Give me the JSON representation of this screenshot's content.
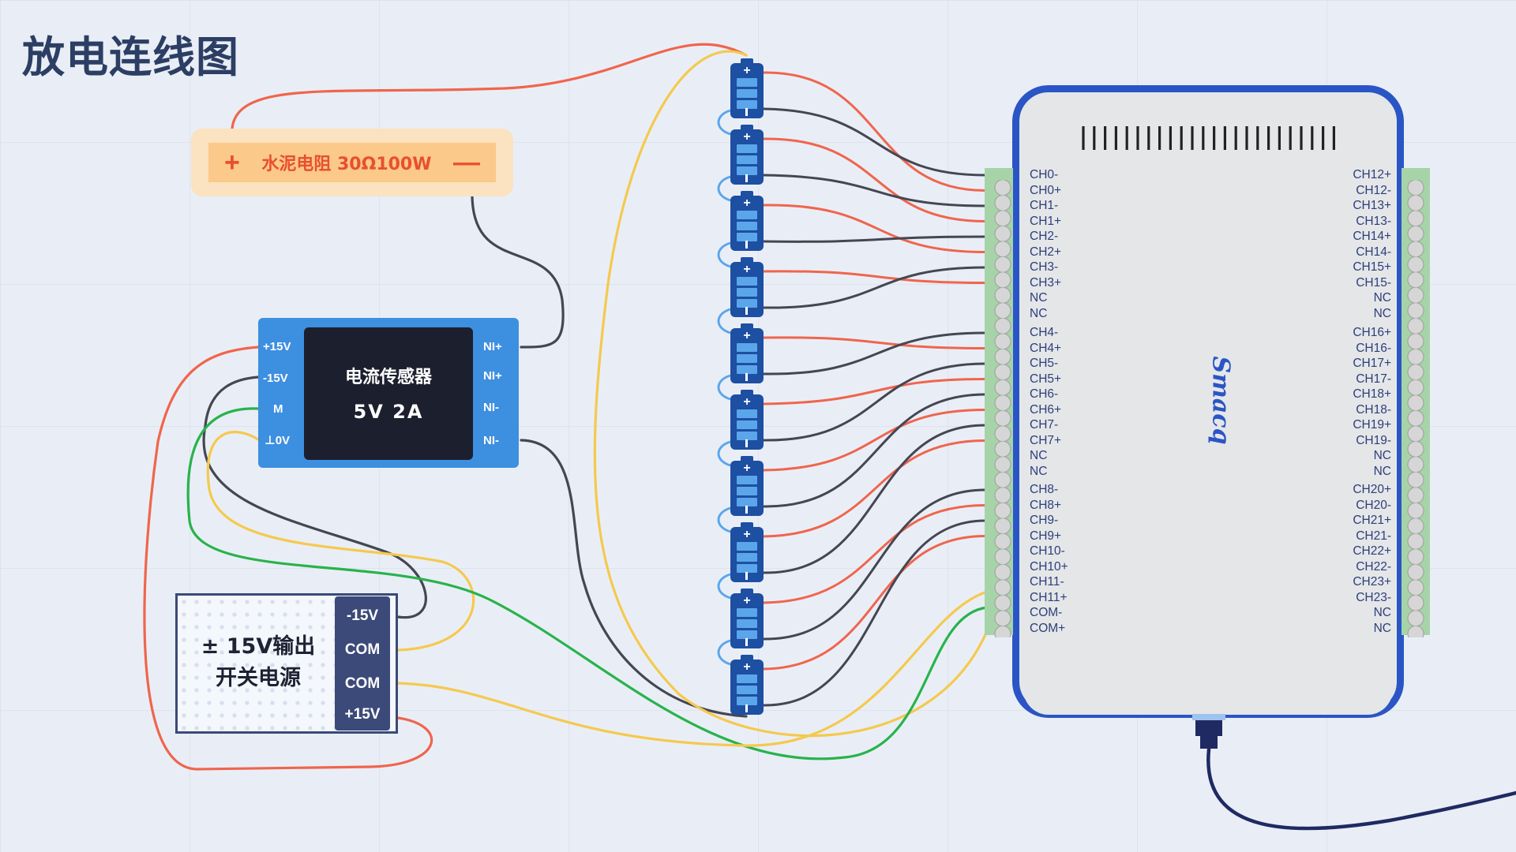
{
  "title": "放电连线图",
  "resistor": {
    "plus": "+",
    "label": "水泥电阻 30Ω100W",
    "minus": "—"
  },
  "sensor": {
    "name": "电流传感器",
    "spec": "5V   2A",
    "left_pins": [
      "+15V",
      "-15V",
      "M",
      "⊥0V"
    ],
    "right_pins": [
      "NI+",
      "NI+",
      "NI-",
      "NI-"
    ]
  },
  "power_supply": {
    "line1": "± 15V输出",
    "line2": "开关电源",
    "terminals": [
      "-15V",
      "COM",
      "COM",
      "+15V"
    ]
  },
  "daq": {
    "brand": "Smacq",
    "left_labels": [
      "CH0-",
      "CH0+",
      "CH1-",
      "CH1+",
      "CH2-",
      "CH2+",
      "CH3-",
      "CH3+",
      "NC",
      "NC",
      "CH4-",
      "CH4+",
      "CH5-",
      "CH5+",
      "CH6-",
      "CH6+",
      "CH7-",
      "CH7+",
      "NC",
      "NC",
      "CH8-",
      "CH8+",
      "CH9-",
      "CH9+",
      "CH10-",
      "CH10+",
      "CH11-",
      "CH11+",
      "COM-",
      "COM+"
    ],
    "right_labels": [
      "CH12+",
      "CH12-",
      "CH13+",
      "CH13-",
      "CH14+",
      "CH14-",
      "CH15+",
      "CH15-",
      "NC",
      "NC",
      "CH16+",
      "CH16-",
      "CH17+",
      "CH17-",
      "CH18+",
      "CH18-",
      "CH19+",
      "CH19-",
      "NC",
      "NC",
      "CH20+",
      "CH20-",
      "CH21+",
      "CH21-",
      "CH22+",
      "CH22-",
      "CH23+",
      "CH23-",
      "NC",
      "NC"
    ]
  },
  "battery": {
    "plus": "+",
    "count": 10
  },
  "colors": {
    "wire_red": "#f0654d",
    "wire_black": "#454652",
    "wire_green": "#28b34b",
    "wire_yellow": "#f5c94e",
    "wire_navy": "#1f2a63",
    "daq_frame": "#2a55c6",
    "sensor_blue": "#3d8fe0"
  }
}
